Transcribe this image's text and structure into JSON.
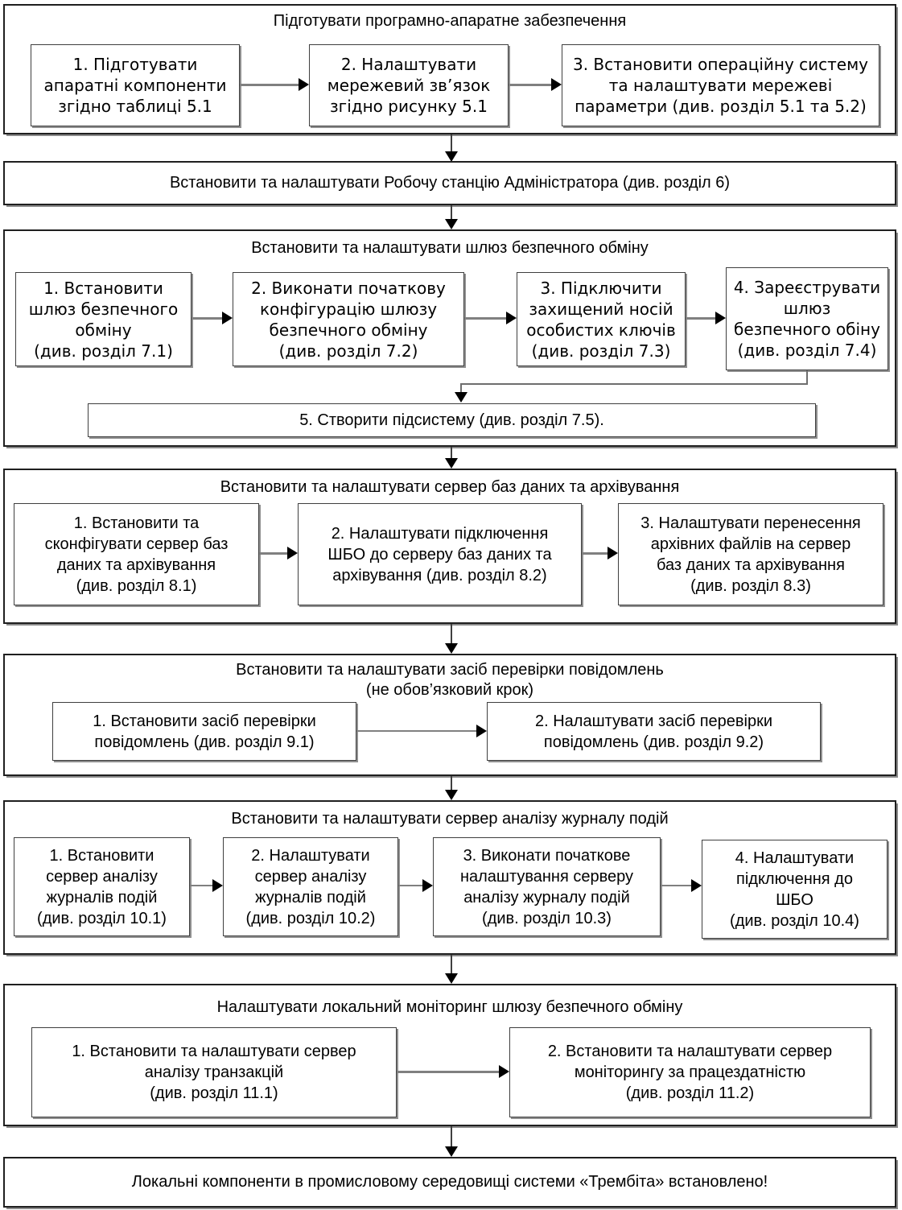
{
  "colors": {
    "background": "#ffffff",
    "text": "#000000",
    "section_border": "#1f1f1f",
    "box_border": "#3f3f3f",
    "shadow": "#8a8a8a",
    "arrow_line": "#808080",
    "arrow_head": "#000000"
  },
  "sections": [
    {
      "title": "Підготувати програмно-апаратне забезпечення",
      "boxes": [
        "1. Підготувати\nапаратні компоненти\nзгідно таблиці 5.1",
        "2. Налаштувати\nмережевий зв’язок\nзгідно рисунку 5.1",
        "3. Встановити операційну систему\nта налаштувати мережеві\nпараметри (див. розділ 5.1 та 5.2)"
      ]
    },
    {
      "title": "Встановити та налаштувати Робочу станцію Адміністратора (див. розділ 6)"
    },
    {
      "title": "Встановити та налаштувати шлюз безпечного обміну",
      "boxes": [
        "1. Встановити\nшлюз безпечного\nобміну\n(див. розділ 7.1)",
        "2. Виконати початкову\nконфігурацію  шлюзу\nбезпечного обміну\n(див. розділ 7.2)",
        "3. Підключити\nзахищений носій\nособистих ключів\n(див. розділ 7.3)",
        "4. Зареєструвати\nшлюз\nбезпечного обіну\n(див. розділ 7.4)",
        "5. Створити підсистему (див. розділ 7.5)."
      ]
    },
    {
      "title": "Встановити та налаштувати сервер баз даних та архівування",
      "boxes": [
        "1. Встановити та\nсконфігувати сервер баз\nданих та архівування\n(див. розділ 8.1)",
        "2. Налаштувати підключення\nШБО до серверу баз даних та\nархівування (див. розділ 8.2)",
        "3. Налаштувати перенесення\nархівних файлів на сервер\nбаз даних та архівування\n(див. розділ 8.3)"
      ]
    },
    {
      "title": "Встановити та налаштувати засіб перевірки повідомлень\n(не обов’язковий крок)",
      "boxes": [
        "1. Встановити засіб перевірки\nповідомлень (див. розділ 9.1)",
        "2. Налаштувати засіб перевірки\nповідомлень (див. розділ 9.2)"
      ]
    },
    {
      "title": "Встановити та налаштувати сервер аналізу журналу подій",
      "boxes": [
        "1. Встановити\nсервер аналізу\nжурналів подій\n(див. розділ 10.1)",
        "2. Налаштувати\nсервер аналізу\nжурналів подій\n(див. розділ 10.2)",
        "3. Виконати початкове\nналаштування серверу\nаналізу журналу подій\n(див. розділ 10.3)",
        "4. Налаштувати\nпідключення до\nШБО\n(див. розділ 10.4)"
      ]
    },
    {
      "title": "Налаштувати  локальний моніторинг шлюзу безпечного обміну",
      "boxes": [
        "1. Встановити та налаштувати сервер\nаналізу транзакцій\n(див. розділ 11.1)",
        "2. Встановити та налаштувати сервер\nмоніторингу за працездатністю\n(див. розділ 11.2)"
      ]
    },
    {
      "title": "Локальні компоненти в промисловому середовищі системи «Трембіта» встановлено!"
    }
  ]
}
